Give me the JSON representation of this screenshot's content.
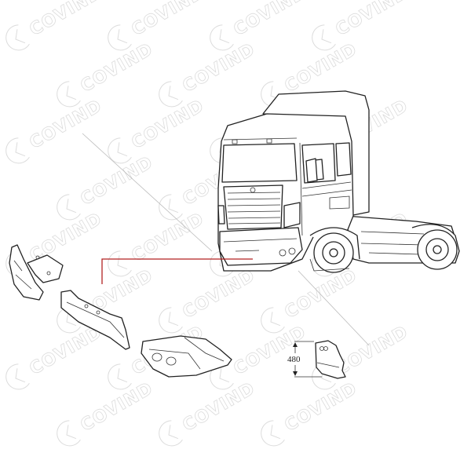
{
  "watermark": {
    "text": "COVIND"
  },
  "diagram": {
    "subject": "truck",
    "dimension_label": "480",
    "leader_color": "#b22222",
    "parts": [
      "bumper-left-section",
      "bumper-center-bracket",
      "bumper-corner-panel",
      "corner-panel-detail"
    ]
  }
}
